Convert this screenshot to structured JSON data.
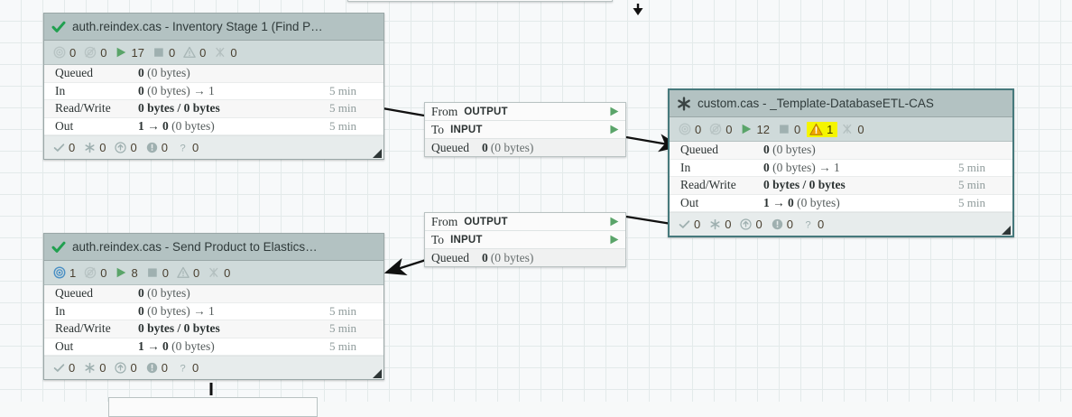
{
  "canvas": {
    "grid": true,
    "background_color": "#f7f9fa",
    "grid_color": "#e3eaea"
  },
  "colors": {
    "header_bg": "#b3c2c2",
    "stats_bg": "#cfdada",
    "footer_bg": "#e7ecec",
    "selected_border": "#46797c",
    "running_green": "#5aa469",
    "transmitting_blue": "#4a8fc4",
    "warning_amber": "#e8a317",
    "highlight_yellow": "#f5f500"
  },
  "labels": {
    "queued": "Queued",
    "in": "In",
    "read_write": "Read/Write",
    "out": "Out",
    "from": "From",
    "to": "To",
    "output_port": "OUTPUT",
    "input_port": "INPUT"
  },
  "nodes": [
    {
      "id": "inventory-stage-1",
      "status_icon": "check-icon",
      "title": "auth.reindex.cas - Inventory Stage 1 (Find P…)",
      "title_display": "auth.reindex.cas - Inventory Stage 1 (Find P…",
      "selected": false,
      "stats": [
        {
          "icon": "transmitting-icon",
          "value": "0",
          "highlight": false
        },
        {
          "icon": "not-transmitting-icon",
          "value": "0",
          "highlight": false
        },
        {
          "icon": "running-icon",
          "value": "17",
          "highlight": false
        },
        {
          "icon": "stopped-icon",
          "value": "0",
          "highlight": false
        },
        {
          "icon": "invalid-warning-icon",
          "value": "0",
          "highlight": false
        },
        {
          "icon": "disabled-icon",
          "value": "0",
          "highlight": false
        }
      ],
      "rows": [
        {
          "label": "Queued",
          "value": "0 (0 bytes)",
          "time": ""
        },
        {
          "label": "In",
          "value": "0 (0 bytes) → 1",
          "time": "5 min"
        },
        {
          "label": "Read/Write",
          "value": "0 bytes / 0 bytes",
          "time": "5 min"
        },
        {
          "label": "Out",
          "value": "1 → 0 (0 bytes)",
          "time": "5 min"
        }
      ],
      "footer": [
        {
          "icon": "check-small-icon",
          "value": "0"
        },
        {
          "icon": "asterisk-icon",
          "value": "0"
        },
        {
          "icon": "up-arrow-circle-icon",
          "value": "0"
        },
        {
          "icon": "info-circle-icon",
          "value": "0"
        },
        {
          "icon": "question-mark-icon",
          "value": "0"
        }
      ]
    },
    {
      "id": "send-product-to-elastics",
      "status_icon": "check-icon",
      "title": "auth.reindex.cas - Send Product to Elastics…",
      "title_display": "auth.reindex.cas - Send Product to Elastics…",
      "selected": false,
      "stats": [
        {
          "icon": "transmitting-icon",
          "value": "1",
          "highlight": false
        },
        {
          "icon": "not-transmitting-icon",
          "value": "0",
          "highlight": false
        },
        {
          "icon": "running-icon",
          "value": "8",
          "highlight": false
        },
        {
          "icon": "stopped-icon",
          "value": "0",
          "highlight": false
        },
        {
          "icon": "invalid-warning-icon",
          "value": "0",
          "highlight": false
        },
        {
          "icon": "disabled-icon",
          "value": "0",
          "highlight": false
        }
      ],
      "rows": [
        {
          "label": "Queued",
          "value": "0 (0 bytes)",
          "time": ""
        },
        {
          "label": "In",
          "value": "0 (0 bytes) → 1",
          "time": "5 min"
        },
        {
          "label": "Read/Write",
          "value": "0 bytes / 0 bytes",
          "time": "5 min"
        },
        {
          "label": "Out",
          "value": "1 → 0 (0 bytes)",
          "time": "5 min"
        }
      ],
      "footer": [
        {
          "icon": "check-small-icon",
          "value": "0"
        },
        {
          "icon": "asterisk-icon",
          "value": "0"
        },
        {
          "icon": "up-arrow-circle-icon",
          "value": "0"
        },
        {
          "icon": "info-circle-icon",
          "value": "0"
        },
        {
          "icon": "question-mark-icon",
          "value": "0"
        }
      ]
    },
    {
      "id": "template-database-etl-cas",
      "status_icon": "asterisk-status-icon",
      "title": "custom.cas - _Template-DatabaseETL-CAS",
      "title_display": "custom.cas - _Template-DatabaseETL-CAS",
      "selected": true,
      "stats": [
        {
          "icon": "transmitting-icon",
          "value": "0",
          "highlight": false
        },
        {
          "icon": "not-transmitting-icon",
          "value": "0",
          "highlight": false
        },
        {
          "icon": "running-icon",
          "value": "12",
          "highlight": false
        },
        {
          "icon": "stopped-icon",
          "value": "0",
          "highlight": false
        },
        {
          "icon": "invalid-warning-icon",
          "value": "1",
          "highlight": true
        },
        {
          "icon": "disabled-icon",
          "value": "0",
          "highlight": false
        }
      ],
      "rows": [
        {
          "label": "Queued",
          "value": "0 (0 bytes)",
          "time": ""
        },
        {
          "label": "In",
          "value": "0 (0 bytes) → 1",
          "time": "5 min"
        },
        {
          "label": "Read/Write",
          "value": "0 bytes / 0 bytes",
          "time": "5 min"
        },
        {
          "label": "Out",
          "value": "1 → 0 (0 bytes)",
          "time": "5 min"
        }
      ],
      "footer": [
        {
          "icon": "check-small-icon",
          "value": "0"
        },
        {
          "icon": "asterisk-icon",
          "value": "0"
        },
        {
          "icon": "up-arrow-circle-icon",
          "value": "0"
        },
        {
          "icon": "info-circle-icon",
          "value": "0"
        },
        {
          "icon": "question-mark-icon",
          "value": "0"
        }
      ]
    }
  ],
  "connections": [
    {
      "id": "connection-upper",
      "from_label": "From",
      "from_port": "OUTPUT",
      "to_label": "To",
      "to_port": "INPUT",
      "queued_label": "Queued",
      "queued_count": "0",
      "queued_size": "(0 bytes)"
    },
    {
      "id": "connection-lower",
      "from_label": "From",
      "from_port": "OUTPUT",
      "to_label": "To",
      "to_port": "INPUT",
      "queued_label": "Queued",
      "queued_count": "0",
      "queued_size": "(0 bytes)"
    }
  ]
}
